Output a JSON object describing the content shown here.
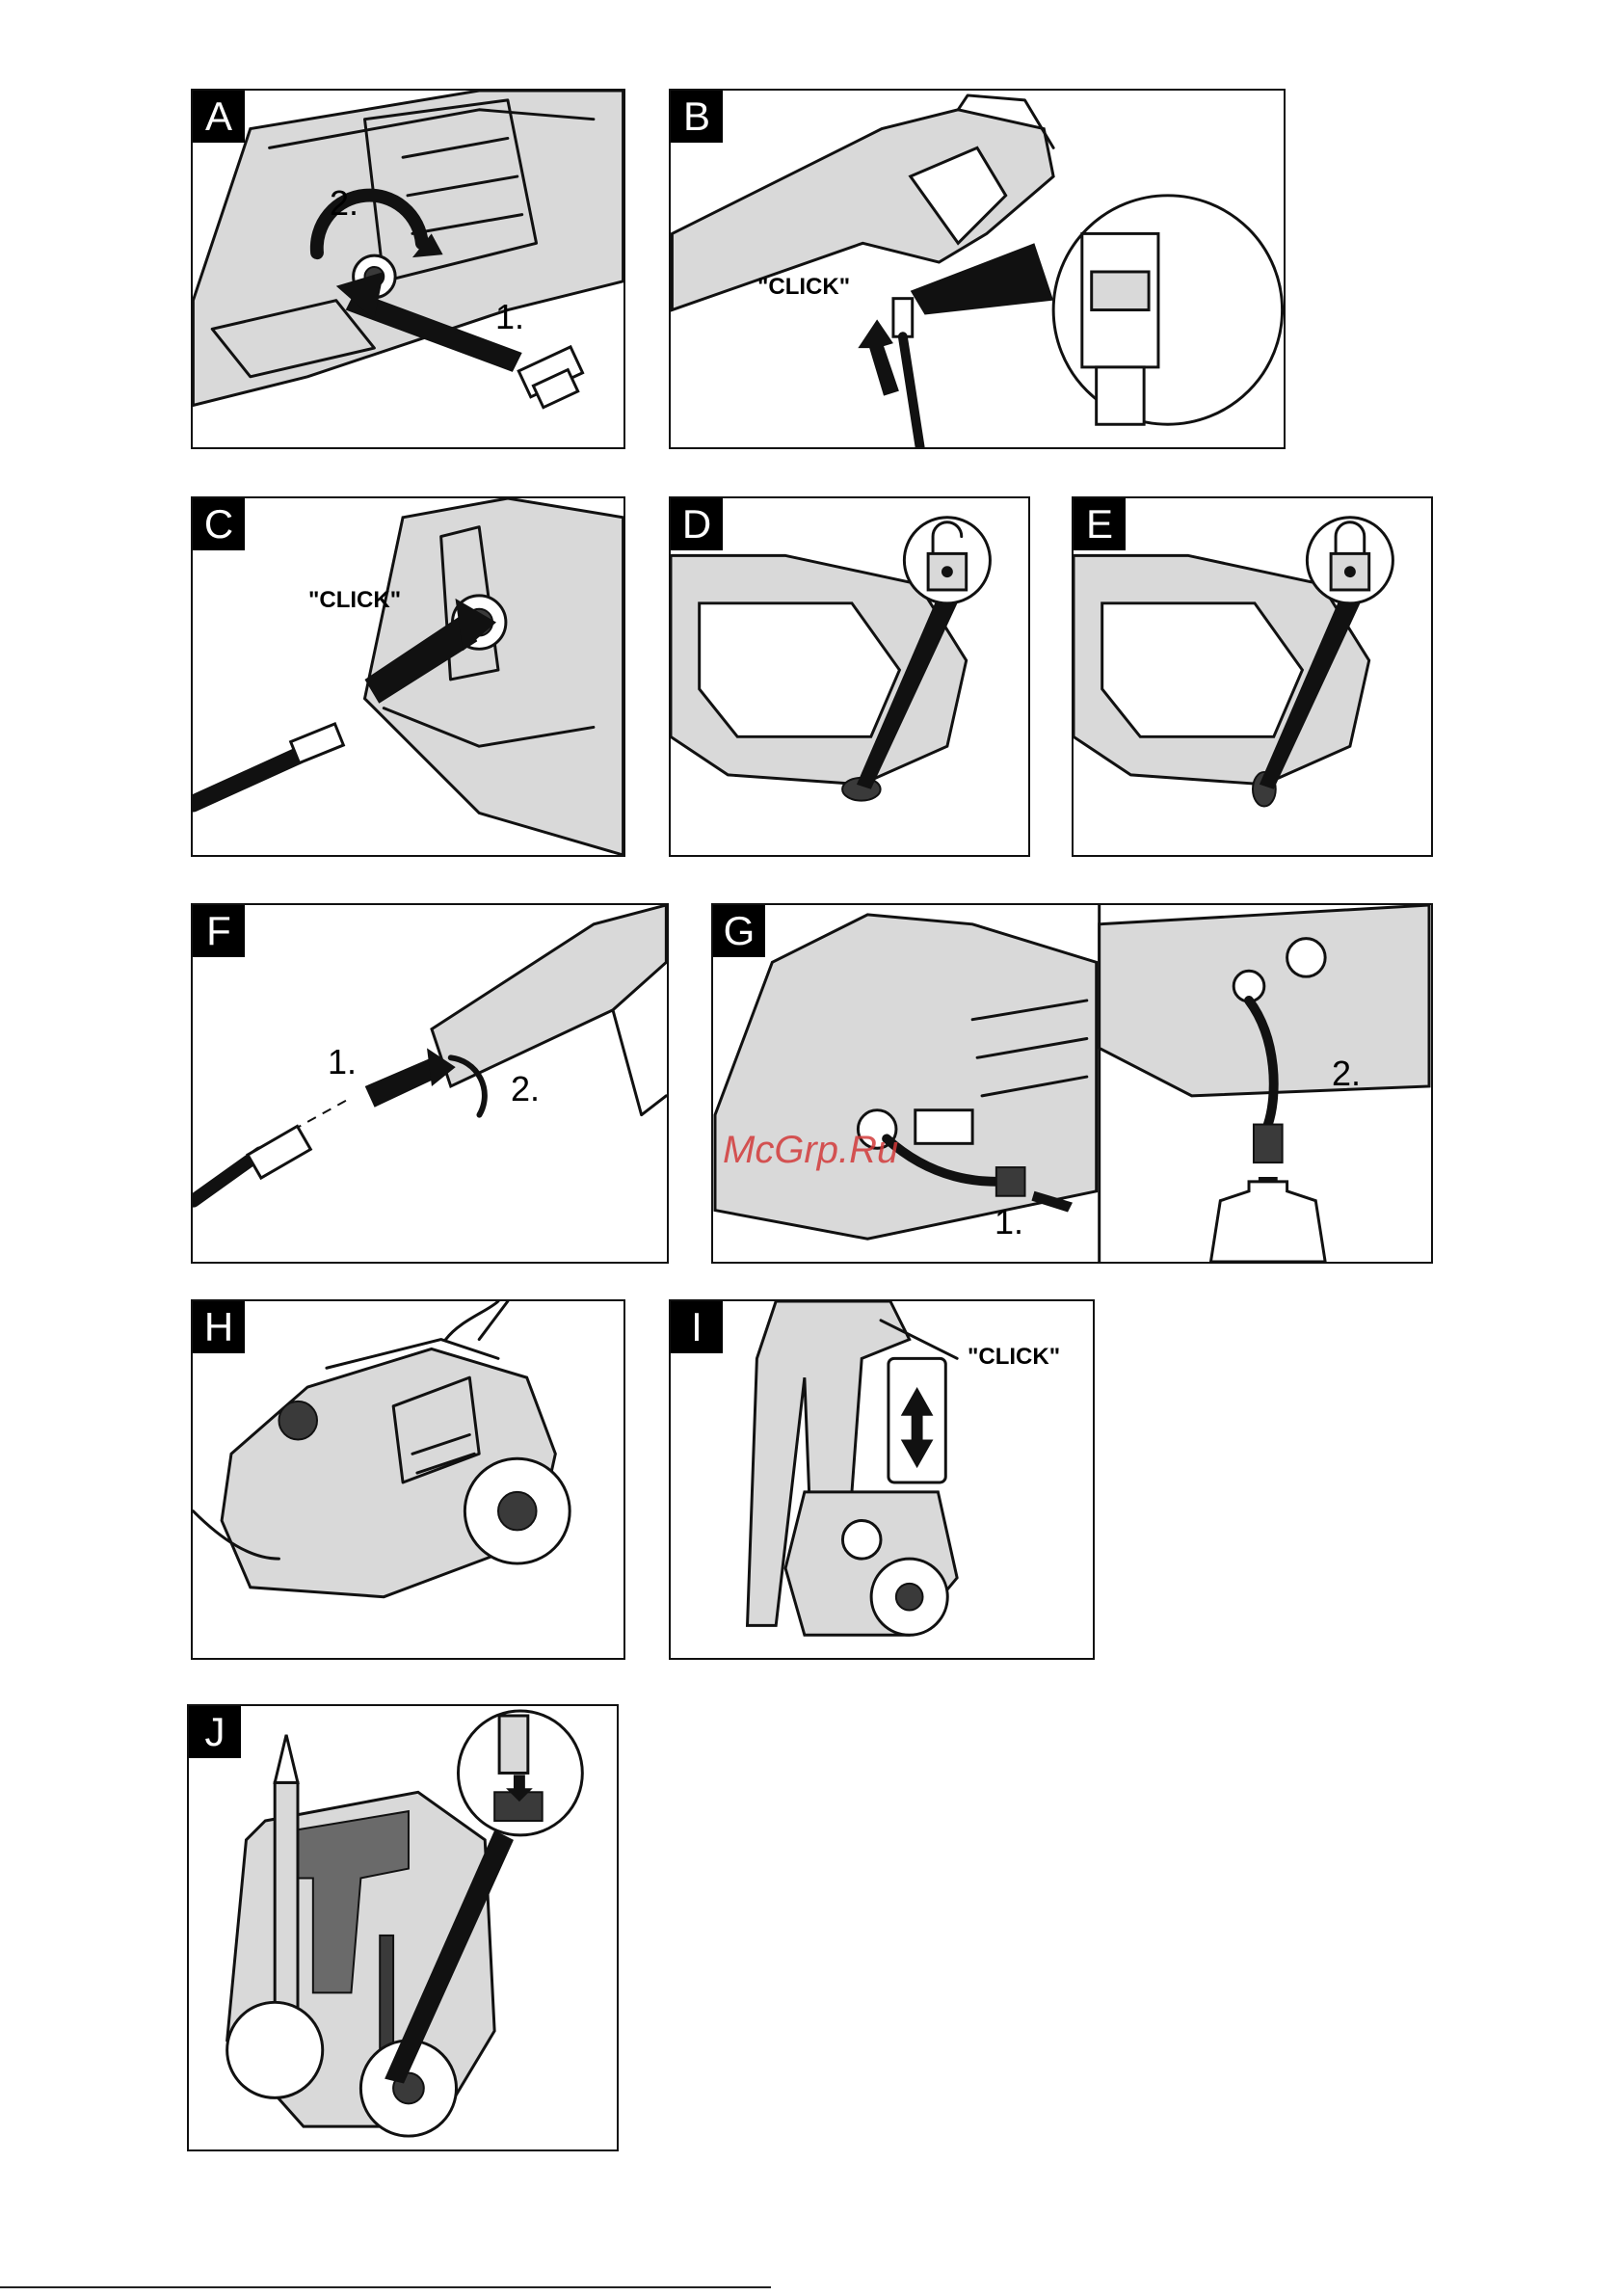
{
  "panels": {
    "A": {
      "letter": "A",
      "step1": "1.",
      "step2": "2."
    },
    "B": {
      "letter": "B",
      "click": "\"CLICK\""
    },
    "C": {
      "letter": "C",
      "click": "\"CLICK\""
    },
    "D": {
      "letter": "D",
      "icon": "lock-open-icon"
    },
    "E": {
      "letter": "E",
      "icon": "lock-closed-icon"
    },
    "F": {
      "letter": "F",
      "step1": "1.",
      "step2": "2."
    },
    "G": {
      "letter": "G",
      "step1": "1.",
      "step2": "2.",
      "watermark": "McGrp.Ru"
    },
    "H": {
      "letter": "H"
    },
    "I": {
      "letter": "I",
      "click": "\"CLICK\""
    },
    "J": {
      "letter": "J"
    }
  },
  "colors": {
    "border": "#111111",
    "label_bg": "#000000",
    "watermark": "#d23a3a"
  }
}
